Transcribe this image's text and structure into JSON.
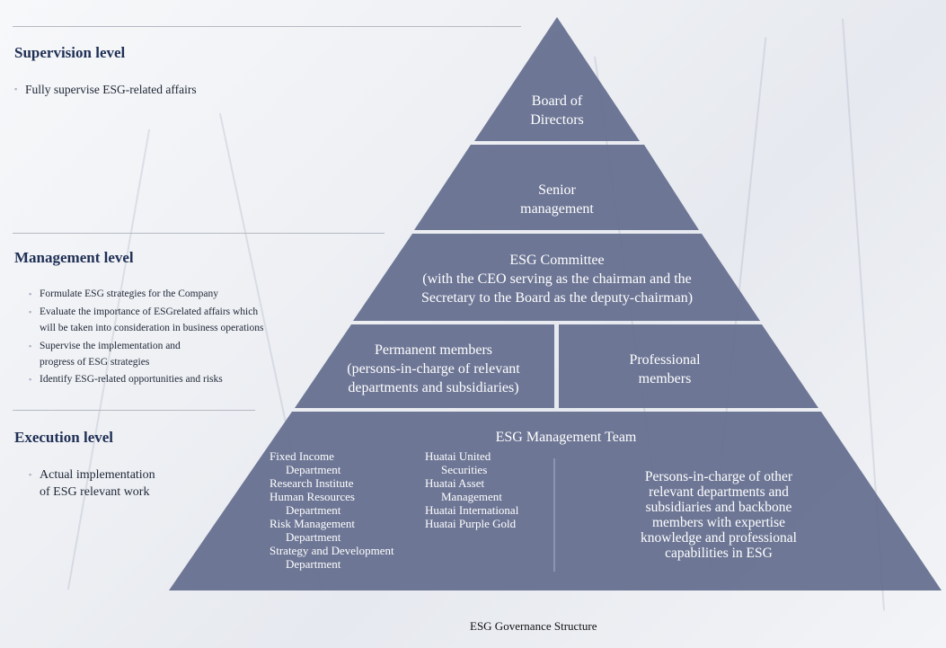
{
  "levels": {
    "supervision": {
      "title": "Supervision level",
      "items": [
        "Fully supervise ESG-related affairs"
      ]
    },
    "management": {
      "title": "Management level",
      "items": [
        "Formulate ESG strategies for the Company",
        "Evaluate the importance of ESGrelated affairs which",
        "will be taken into consideration in business operations",
        "Supervise the implementation and",
        "progress of ESG strategies",
        "Identify ESG-related opportunities and risks"
      ]
    },
    "execution": {
      "title": "Execution level",
      "items": [
        "Actual implementation",
        "of ESG relevant work"
      ]
    }
  },
  "pyramid": {
    "board": [
      "Board of",
      "Directors"
    ],
    "senior": [
      "Senior",
      "management"
    ],
    "committee": {
      "title": "ESG Committee",
      "lines": [
        "(with the CEO serving as the chairman and the",
        "Secretary to the Board as the deputy-chairman)"
      ]
    },
    "permanent": [
      "Permanent members",
      "(persons-in-charge of relevant",
      "departments and subsidiaries)"
    ],
    "professional": [
      "Professional",
      "members"
    ],
    "team": {
      "title": "ESG Management Team",
      "col1": [
        "Fixed Income",
        "Department",
        "Research Institute",
        "Human Resources",
        "Department",
        "Risk Management",
        "Department",
        "Strategy and Development",
        "Department"
      ],
      "col2": [
        "Huatai United",
        "Securities",
        "Huatai Asset",
        "Management",
        "Huatai International",
        "Huatai Purple Gold"
      ],
      "col3": [
        "Persons-in-charge of other",
        "relevant departments and",
        "subsidiaries and backbone",
        "members with expertise",
        "knowledge and professional",
        "capabilities in ESG"
      ]
    }
  },
  "caption": "ESG Governance Structure",
  "colors": {
    "tier": "#66708f",
    "tier_light": "#7a84a2",
    "title": "#1f2f55"
  }
}
